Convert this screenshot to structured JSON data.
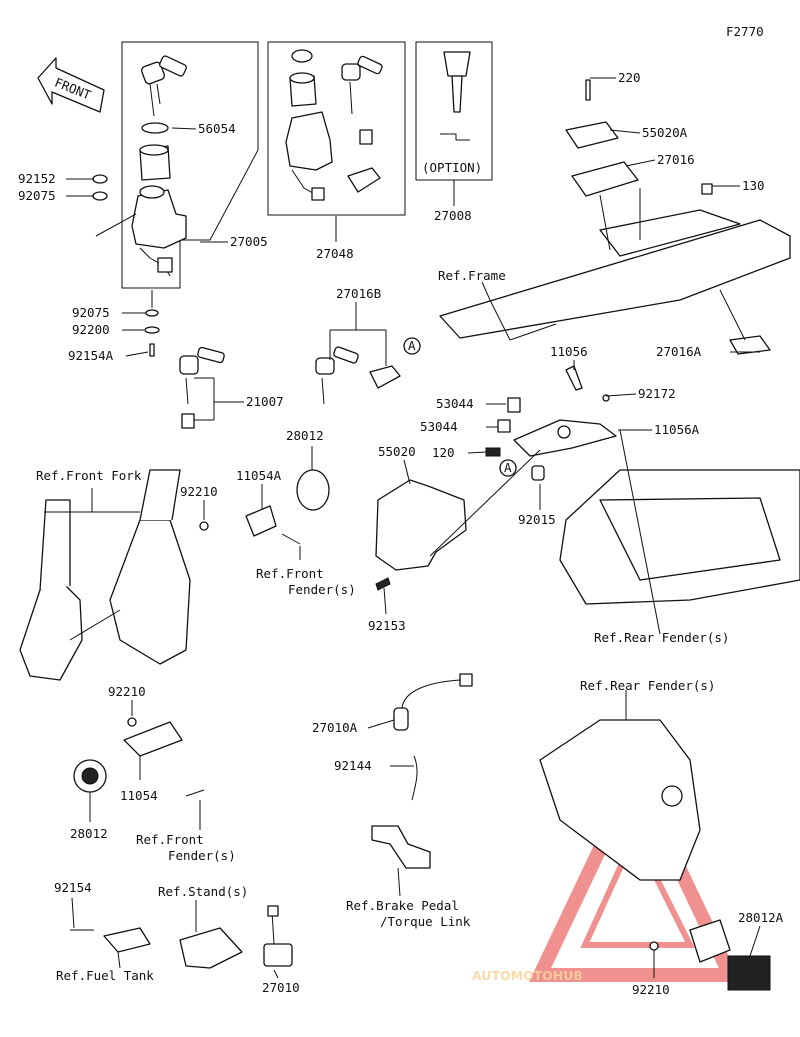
{
  "diagram_code": "F2770",
  "front_arrow_label": "FRONT",
  "option_label": "(OPTION)",
  "parts": {
    "p220": "220",
    "p55020A": "55020A",
    "p27016": "27016",
    "p130": "130",
    "p27016A": "27016A",
    "p56054": "56054",
    "p92152": "92152",
    "p92075a": "92075",
    "p27005": "27005",
    "p92075b": "92075",
    "p92200": "92200",
    "p92154A": "92154A",
    "p27048": "27048",
    "p27008": "27008",
    "p27016B": "27016B",
    "p21007": "21007",
    "p11056": "11056",
    "p92172": "92172",
    "p53044a": "53044",
    "p53044b": "53044",
    "p11056A": "11056A",
    "p120": "120",
    "p55020": "55020",
    "p92015": "92015",
    "p92153": "92153",
    "p28012a": "28012",
    "p11054A": "11054A",
    "p92210a": "92210",
    "p92210b": "92210",
    "p11054": "11054",
    "p28012b": "28012",
    "p27010A": "27010A",
    "p92144": "92144",
    "p92154": "92154",
    "p27010": "27010",
    "p28012A": "28012A",
    "p92210c": "92210"
  },
  "refs": {
    "frame": "Ref.Frame",
    "front_fork": "Ref.Front Fork",
    "front_fender_1a": "Ref.Front",
    "front_fender_1b": "Fender(s)",
    "rear_fender_1": "Ref.Rear Fender(s)",
    "rear_fender_2": "Ref.Rear Fender(s)",
    "front_fender_2a": "Ref.Front",
    "front_fender_2b": "Fender(s)",
    "brake_a": "Ref.Brake Pedal",
    "brake_b": "/Torque Link",
    "stand": "Ref.Stand(s)",
    "fuel_tank": "Ref.Fuel Tank"
  },
  "callout_marker": "A",
  "watermark": "AUTOMOTOHUB",
  "watermark_color": "#e53935"
}
